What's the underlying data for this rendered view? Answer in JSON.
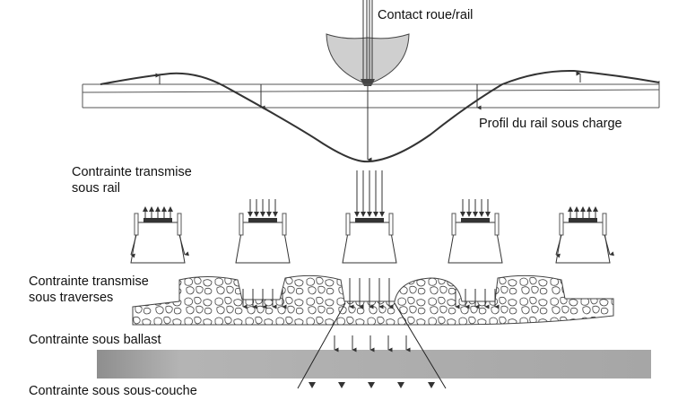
{
  "title": "Transmission des contraintes roue/rail vers la plateforme",
  "labels": {
    "contact": "Contact roue/rail",
    "profile": "Profil du rail sous charge",
    "under_rail_line1": "Contrainte transmise",
    "under_rail_line2": "sous rail",
    "under_sleepers_line1": "Contrainte transmise",
    "under_sleepers_line2": "sous traverses",
    "under_ballast": "Contrainte sous ballast",
    "under_subballast": "Contrainte sous sous-couche"
  },
  "sleepers": [
    {
      "position": "far-left",
      "force": "uplift"
    },
    {
      "position": "left",
      "force": "compression-medium"
    },
    {
      "position": "center",
      "force": "compression-max"
    },
    {
      "position": "right",
      "force": "compression-medium"
    },
    {
      "position": "far-right",
      "force": "uplift"
    }
  ],
  "colors": {
    "line": "#333333",
    "wheel_fill": "#cfcfcf",
    "subballast_fill": "#a8a8a8",
    "text": "#111111"
  }
}
